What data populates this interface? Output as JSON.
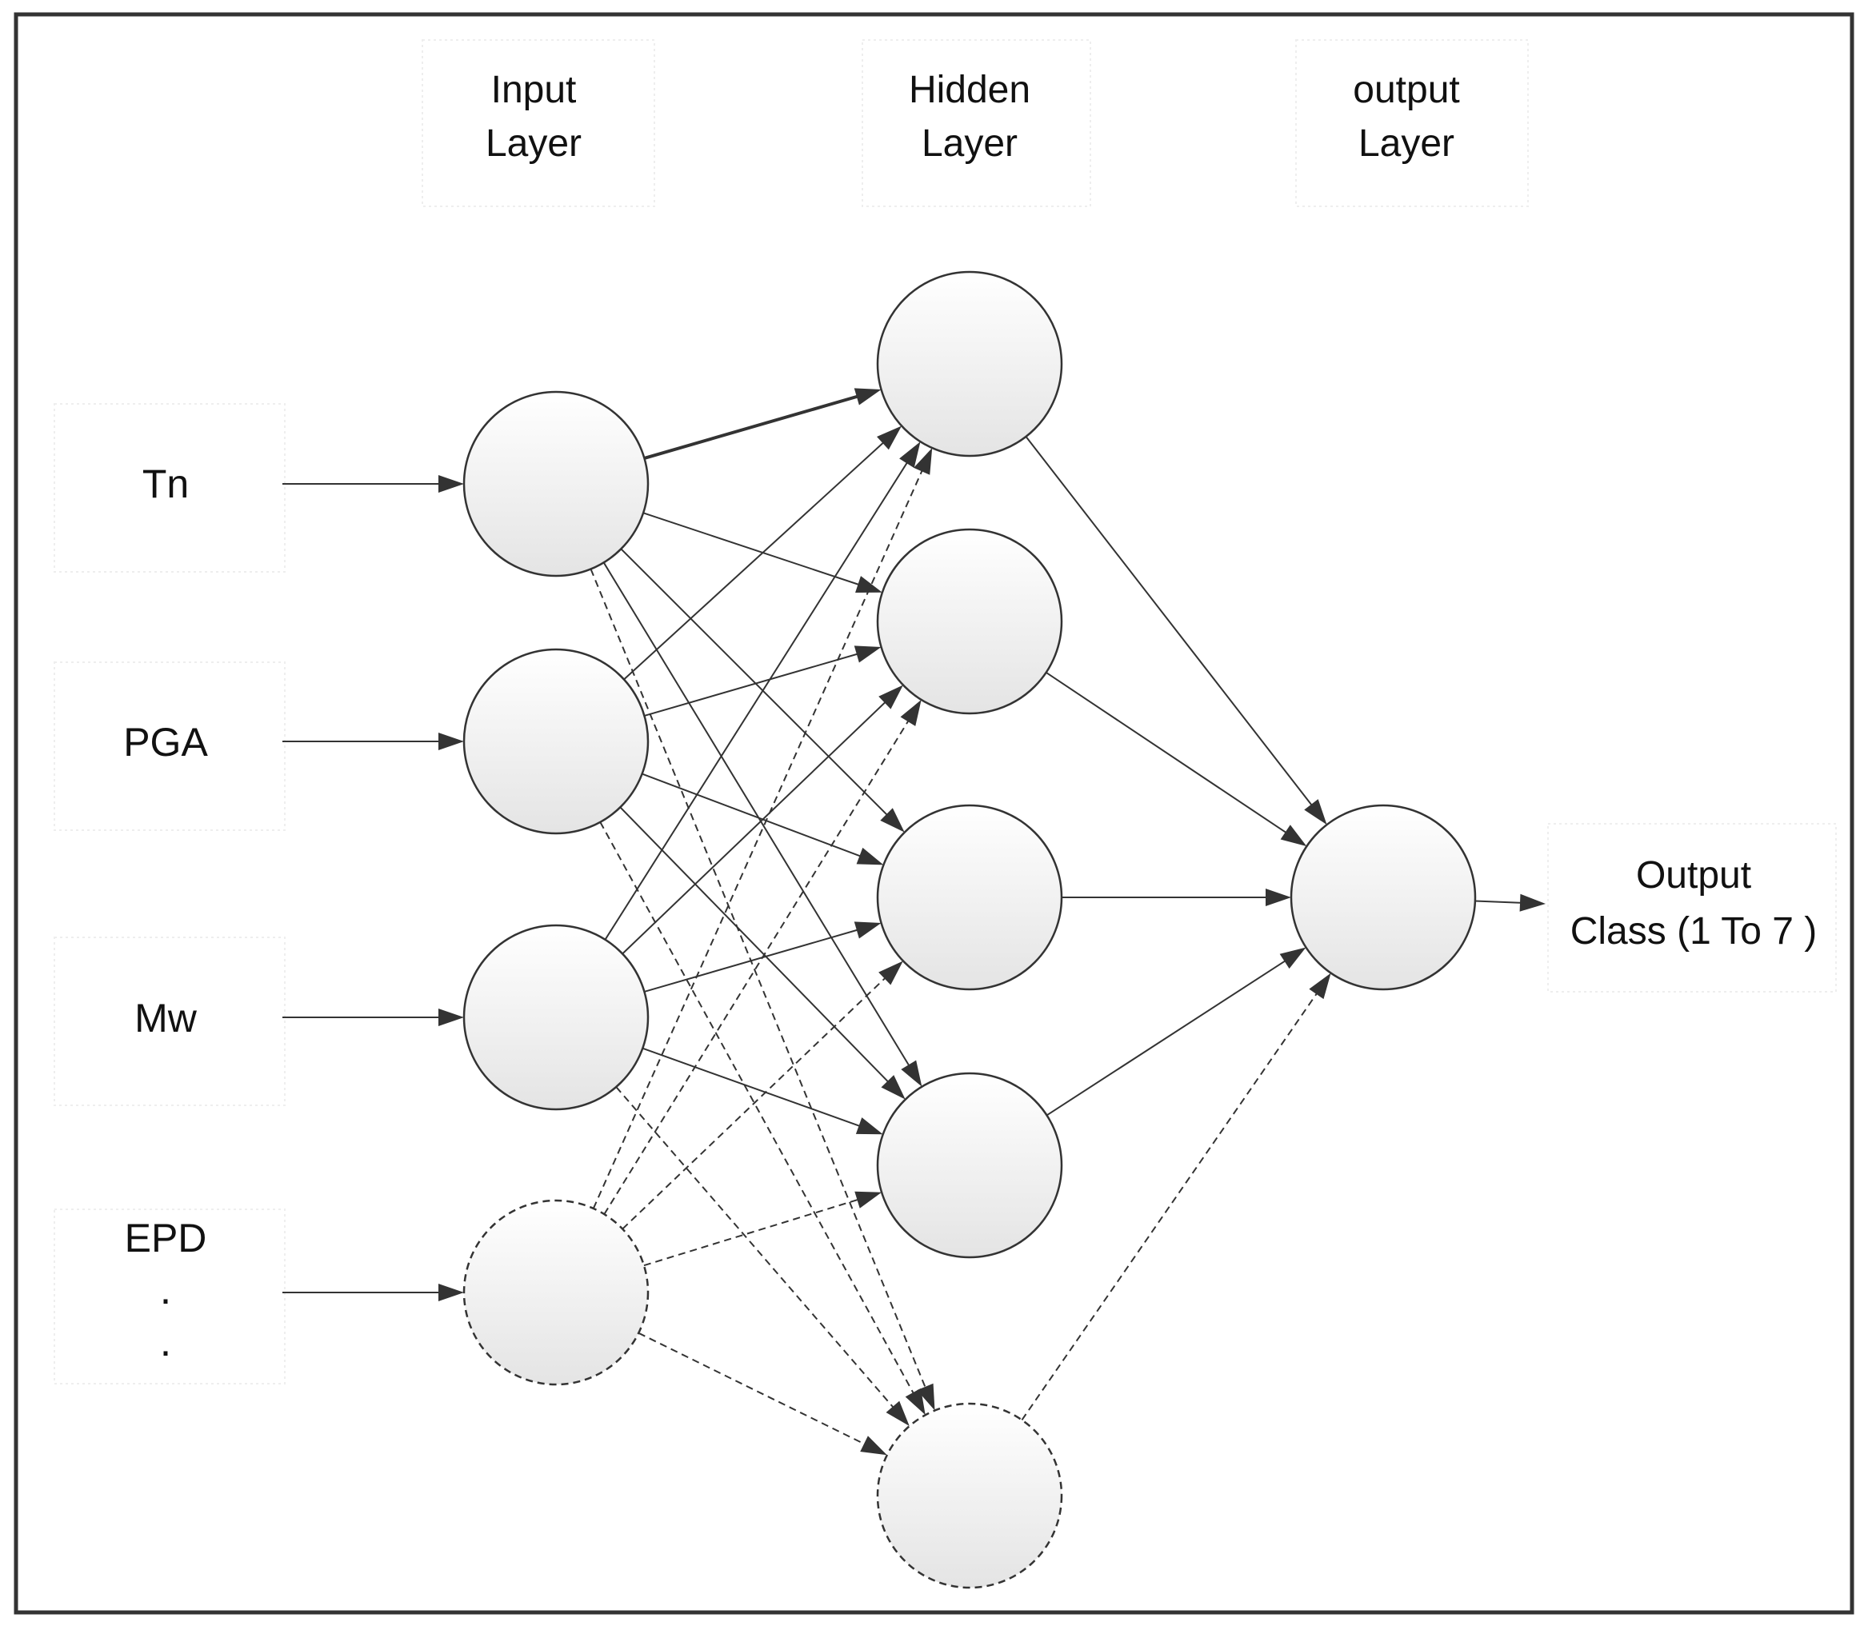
{
  "headers": {
    "input": [
      "Input",
      "Layer"
    ],
    "hidden": [
      "Hidden",
      "Layer"
    ],
    "output": [
      "output",
      "Layer"
    ]
  },
  "inputs": [
    {
      "label": "Tn",
      "dashed": false
    },
    {
      "label": "PGA",
      "dashed": false
    },
    {
      "label": "Mw",
      "dashed": false
    },
    {
      "label": "EPD",
      "dashed": true,
      "continuation": ".",
      "continuation2": "."
    }
  ],
  "hidden_nodes": [
    {
      "dashed": false
    },
    {
      "dashed": false
    },
    {
      "dashed": false
    },
    {
      "dashed": false
    },
    {
      "dashed": true
    }
  ],
  "output": {
    "line1": "Output",
    "line2": "Class (1 To 7 )"
  },
  "colors": {
    "stroke": "#333333",
    "node_fill_top": "#ffffff",
    "node_fill_bottom": "#e6e6e6",
    "frame": "#333333"
  }
}
